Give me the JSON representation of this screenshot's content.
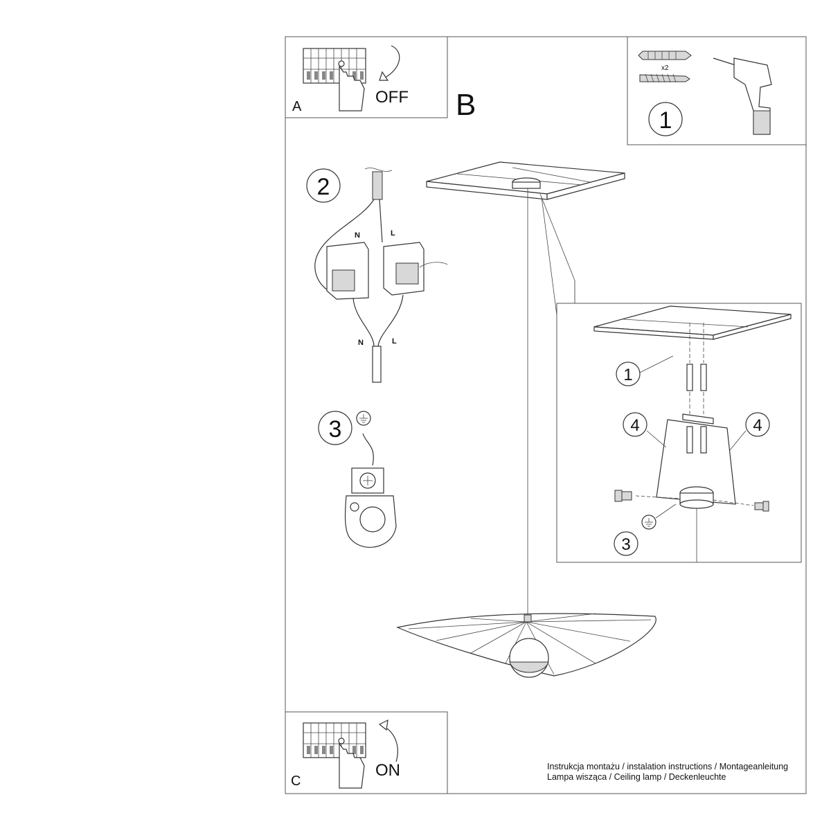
{
  "panels": {
    "a": {
      "letter": "A",
      "state": "OFF"
    },
    "b": {
      "letter": "B"
    },
    "c": {
      "letter": "C",
      "state": "ON"
    }
  },
  "steps": {
    "s1": "1",
    "s2": "2",
    "s3": "3",
    "s4": "4"
  },
  "anchors": {
    "quantity": "x2"
  },
  "wires": {
    "neutral": "N",
    "live": "L"
  },
  "footer": {
    "line1": "Instrukcja montażu / instalation instructions / Montageanleitung",
    "line2": "Lampa wisząca / Ceiling lamp / Deckenleuchte"
  }
}
